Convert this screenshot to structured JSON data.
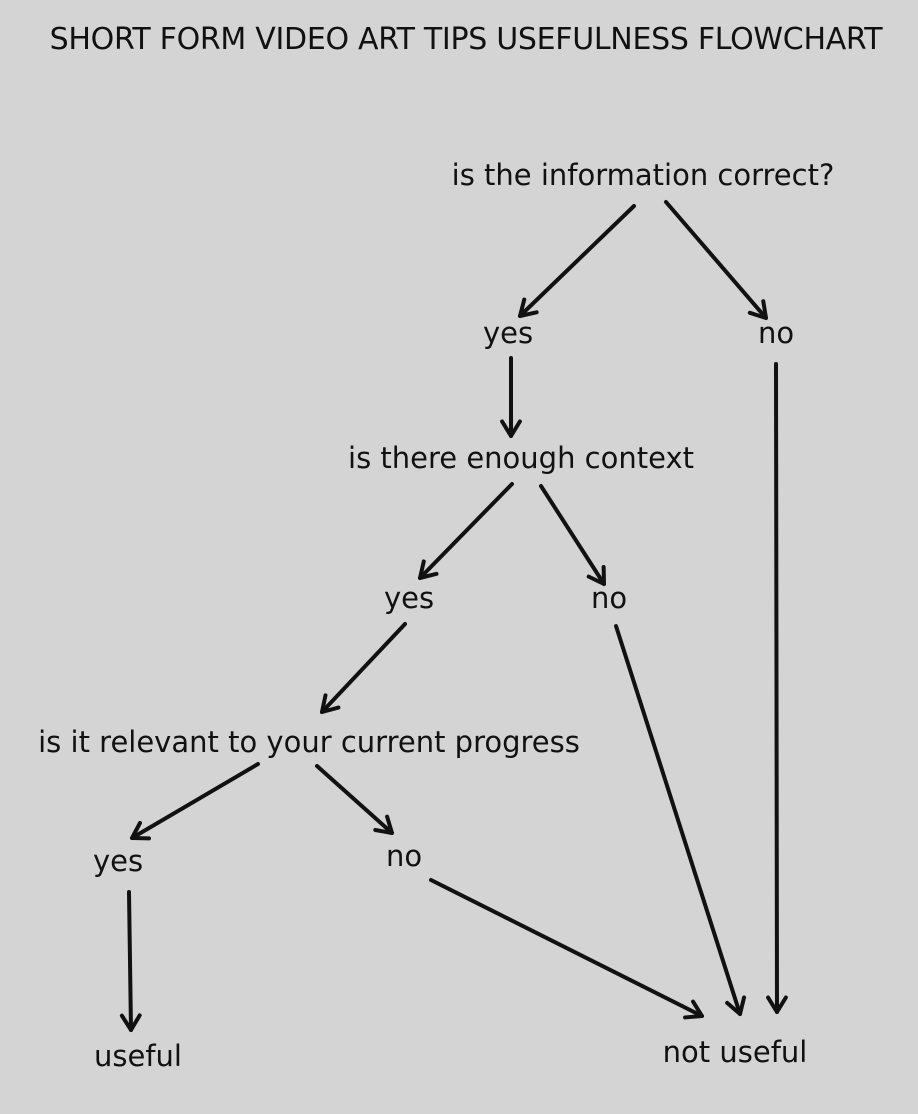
{
  "title": "SHORT FORM VIDEO ART TIPS USEFULNESS FLOWCHART",
  "nodes": {
    "q_correct": "is the information correct?",
    "q1_yes": "yes",
    "q1_no": "no",
    "q_context": "is there enough context",
    "q2_yes": "yes",
    "q2_no": "no",
    "q_relevant": "is it relevant to your current progress",
    "q3_yes": "yes",
    "q3_no": "no",
    "useful": "useful",
    "not_useful": "not useful"
  },
  "edges": [
    {
      "from": "is the information correct?",
      "to": "yes"
    },
    {
      "from": "is the information correct?",
      "to": "no"
    },
    {
      "from": "yes",
      "to": "is there enough context"
    },
    {
      "from": "no",
      "to": "not useful"
    },
    {
      "from": "is there enough context",
      "to": "yes"
    },
    {
      "from": "is there enough context",
      "to": "no"
    },
    {
      "from": "yes",
      "to": "is it relevant to your current progress"
    },
    {
      "from": "no",
      "to": "not useful"
    },
    {
      "from": "is it relevant to your current progress",
      "to": "yes"
    },
    {
      "from": "is it relevant to your current progress",
      "to": "no"
    },
    {
      "from": "yes",
      "to": "useful"
    },
    {
      "from": "no",
      "to": "not useful"
    }
  ],
  "colors": {
    "background": "#d4d4d4",
    "ink": "#111111"
  }
}
